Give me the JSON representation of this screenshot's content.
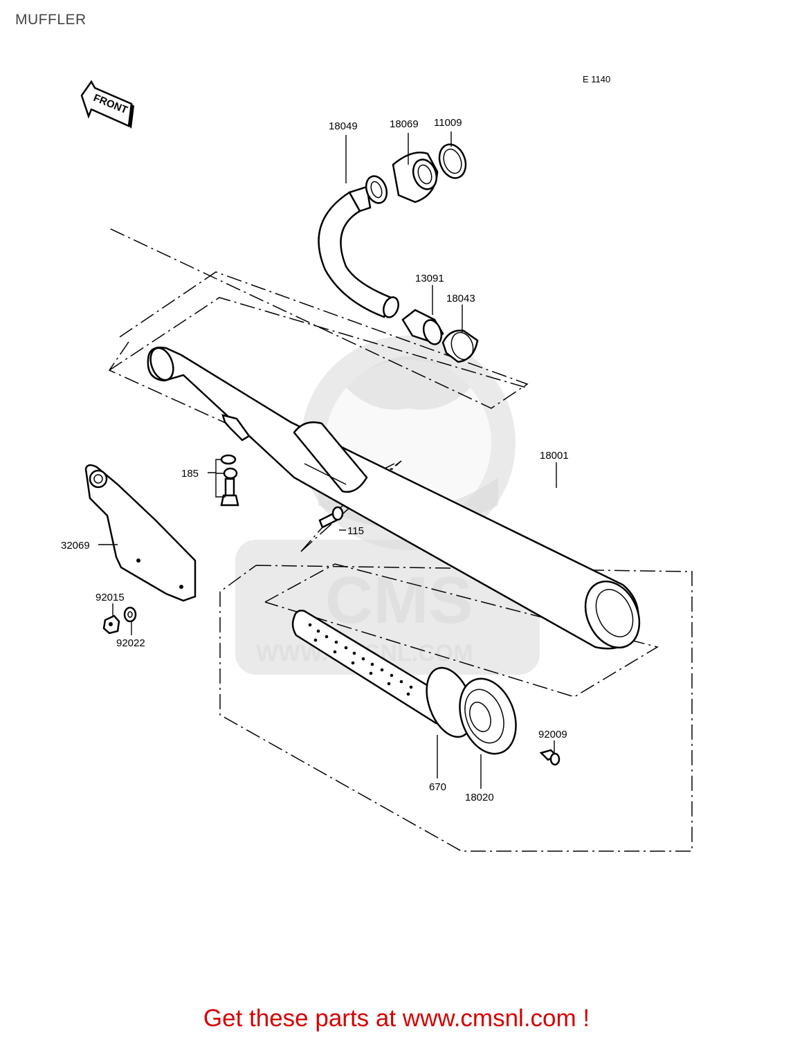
{
  "page": {
    "title": "MUFFLER"
  },
  "diagram": {
    "code": "E 1140",
    "front_label": "FRONT",
    "parts": {
      "p18049": "18049",
      "p18069": "18069",
      "p11009": "11009",
      "p13091": "13091",
      "p18043": "18043",
      "p18001": "18001",
      "p185": "185",
      "p115": "115",
      "p32069": "32069",
      "p92015": "92015",
      "p92022": "92022",
      "p92009": "92009",
      "p670": "670",
      "p18020": "18020"
    },
    "watermark": {
      "logo": "CMS",
      "url": "WWW.CMSNL.COM"
    }
  },
  "footer": {
    "text": "Get these parts at www.cmsnl.com !"
  },
  "colors": {
    "footer": "#d40000",
    "watermark": "#d9d9d9",
    "line": "#000000"
  }
}
